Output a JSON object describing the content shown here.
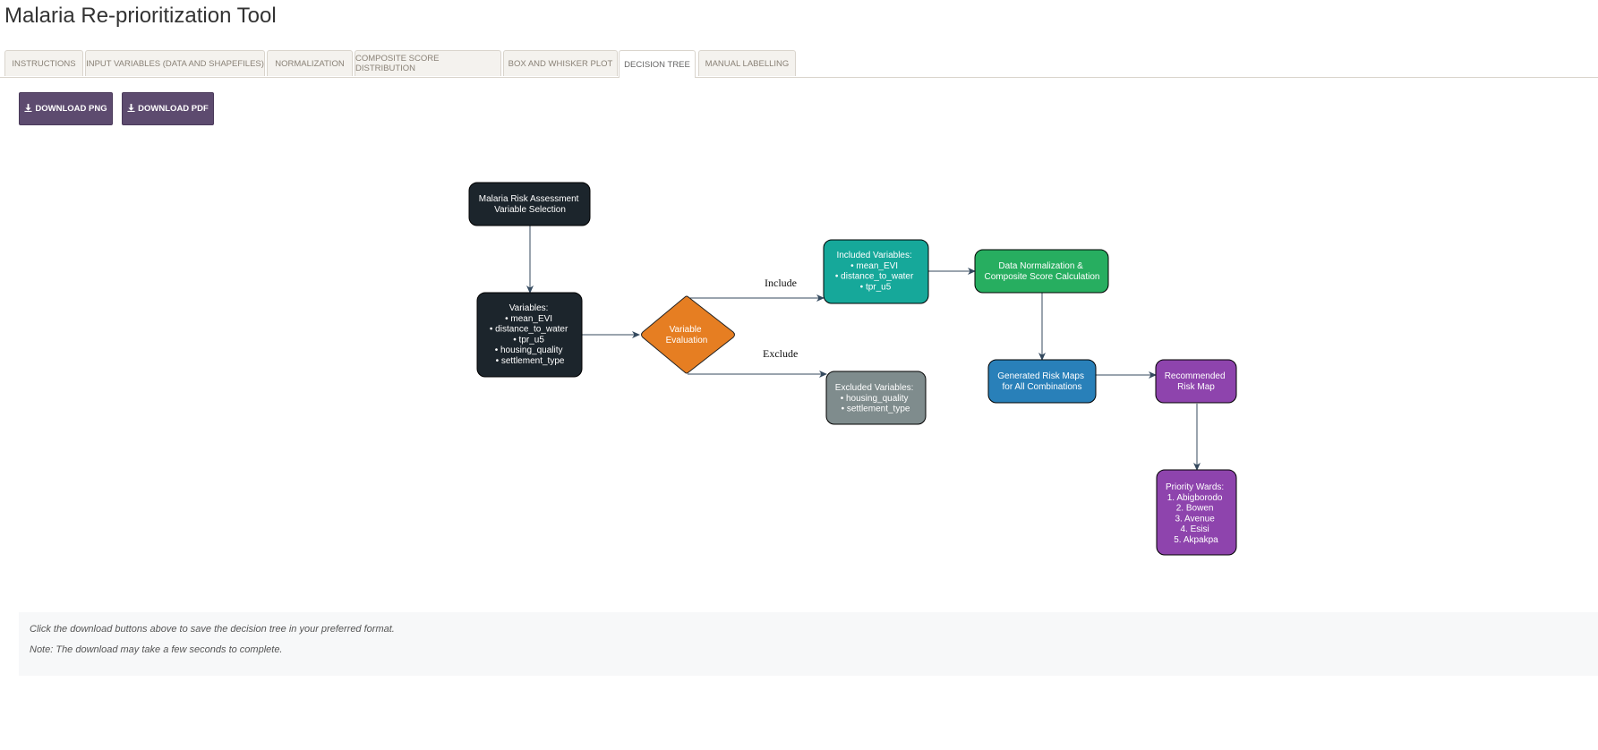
{
  "app": {
    "title": "Malaria Re-prioritization Tool"
  },
  "tabs": [
    {
      "label": "Instructions",
      "active": false
    },
    {
      "label": "Input Variables (Data and Shapefiles)",
      "active": false
    },
    {
      "label": "Normalization",
      "active": false
    },
    {
      "label": "Composite Score Distribution",
      "active": false
    },
    {
      "label": "Box and Whisker Plot",
      "active": false
    },
    {
      "label": "Decision Tree",
      "active": true
    },
    {
      "label": "Manual Labelling",
      "active": false
    }
  ],
  "toolbar": {
    "download_png_label": "Download PNG",
    "download_pdf_label": "Download PDF",
    "download_icon": "download-icon"
  },
  "colors": {
    "dark_node": "#1c252c",
    "decision_node": "#e67e22",
    "included_node": "#16a89a",
    "excluded_node": "#7f8c8d",
    "normalization_node": "#27ae60",
    "maps_node": "#2980b9",
    "recommended_node": "#8e44ad",
    "button": "#5d4b6f"
  },
  "diagram": {
    "nodes": {
      "start": [
        "Malaria Risk Assessment",
        "Variable Selection"
      ],
      "variables": [
        "Variables:",
        "• mean_EVI",
        "• distance_to_water",
        "• tpr_u5",
        "• housing_quality",
        "• settlement_type"
      ],
      "evaluation": [
        "Variable",
        "Evaluation"
      ],
      "included": [
        "Included Variables:",
        "• mean_EVI",
        "• distance_to_water",
        "• tpr_u5"
      ],
      "excluded": [
        "Excluded Variables:",
        "• housing_quality",
        "• settlement_type"
      ],
      "normalization": [
        "Data Normalization &",
        "Composite Score Calculation"
      ],
      "maps": [
        "Generated Risk Maps",
        "for All Combinations"
      ],
      "recommended": [
        "Recommended",
        "Risk Map"
      ],
      "priority": [
        "Priority Wards:",
        "1. Abigborodo",
        "2. Bowen",
        "3. Avenue",
        "4. Esisi",
        "5. Akpakpa"
      ]
    },
    "edge_labels": {
      "include": "Include",
      "exclude": "Exclude"
    }
  },
  "notes": {
    "line1": "Click the download buttons above to save the decision tree in your preferred format.",
    "line2": "Note: The download may take a few seconds to complete."
  }
}
